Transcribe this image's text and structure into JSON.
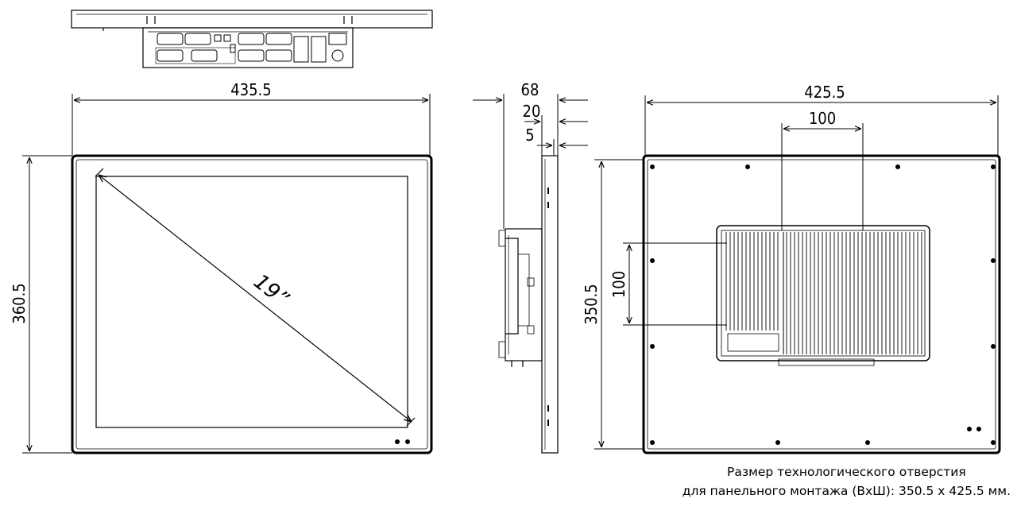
{
  "dims": {
    "front_width": "435.5",
    "front_height": "360.5",
    "diagonal": "19”",
    "side_depth": "68",
    "side_bezel": "20",
    "side_front": "5",
    "rear_width": "425.5",
    "rear_height": "350.5",
    "vesa_h": "100",
    "vesa_v": "100"
  },
  "caption": {
    "line1": "Размер технологического отверстия",
    "line2": "для панельного монтажа (ВхШ): 350.5 х 425.5 мм."
  }
}
